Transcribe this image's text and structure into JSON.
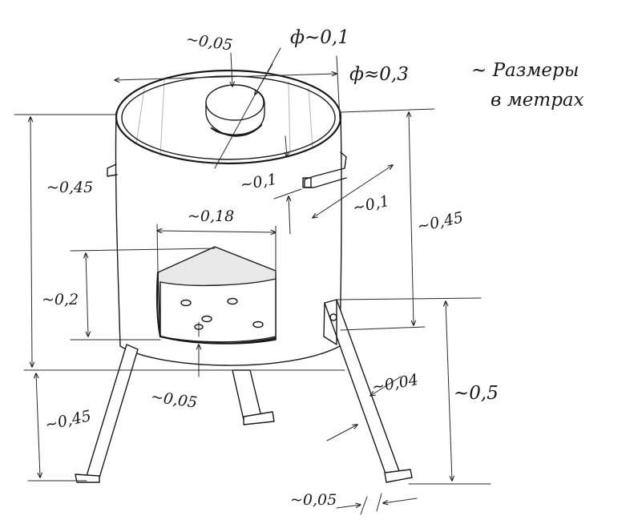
{
  "note": {
    "line1": "~ Размеры",
    "line2": "в метрах"
  },
  "dims": {
    "top_small": "~0,05",
    "hole_dia": "ф~0,1",
    "outer_dia": "ф≈0,3",
    "body_height_left": "~0,45",
    "body_height_right": "~0,45",
    "handle_len": "~0,1",
    "handle_offset": "~0,1",
    "door_width": "~0,18",
    "door_height": "~0,2",
    "bottom_gap": "~0,05",
    "leg_height_left": "~0,45",
    "leg_width": "~0,04",
    "leg_height_right": "~0,5",
    "foot_len": "~0,05"
  }
}
